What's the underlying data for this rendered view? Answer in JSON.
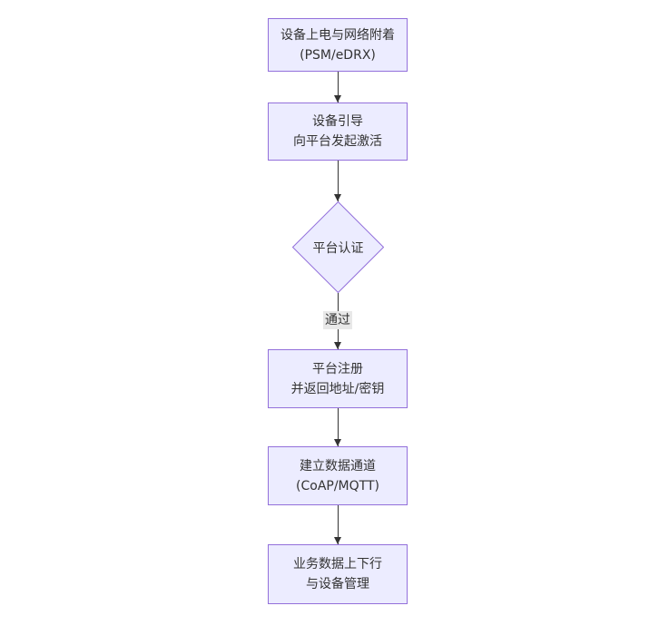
{
  "colors": {
    "background": "#ffffff",
    "node_fill": "#ECECFF",
    "node_border": "#9370DB",
    "text_color": "#333333",
    "arrow_color": "#333333",
    "edge_label_bg": "#e8e8e8"
  },
  "diagram": {
    "type": "flowchart",
    "direction": "top-down",
    "nodes": [
      {
        "id": "A",
        "shape": "rect",
        "lines": [
          "设备上电与网络附着",
          "(PSM/eDRX)"
        ]
      },
      {
        "id": "B",
        "shape": "rect",
        "lines": [
          "设备引导",
          "向平台发起激活"
        ]
      },
      {
        "id": "C",
        "shape": "diamond",
        "lines": [
          "平台认证"
        ]
      },
      {
        "id": "D",
        "shape": "rect",
        "lines": [
          "平台注册",
          "并返回地址/密钥"
        ]
      },
      {
        "id": "E",
        "shape": "rect",
        "lines": [
          "建立数据通道",
          "(CoAP/MQTT)"
        ]
      },
      {
        "id": "F",
        "shape": "rect",
        "lines": [
          "业务数据上下行",
          "与设备管理"
        ]
      }
    ],
    "edges": [
      {
        "from": "A",
        "to": "B",
        "label": ""
      },
      {
        "from": "B",
        "to": "C",
        "label": ""
      },
      {
        "from": "C",
        "to": "D",
        "label": "通过"
      },
      {
        "from": "D",
        "to": "E",
        "label": ""
      },
      {
        "from": "E",
        "to": "F",
        "label": ""
      }
    ]
  }
}
